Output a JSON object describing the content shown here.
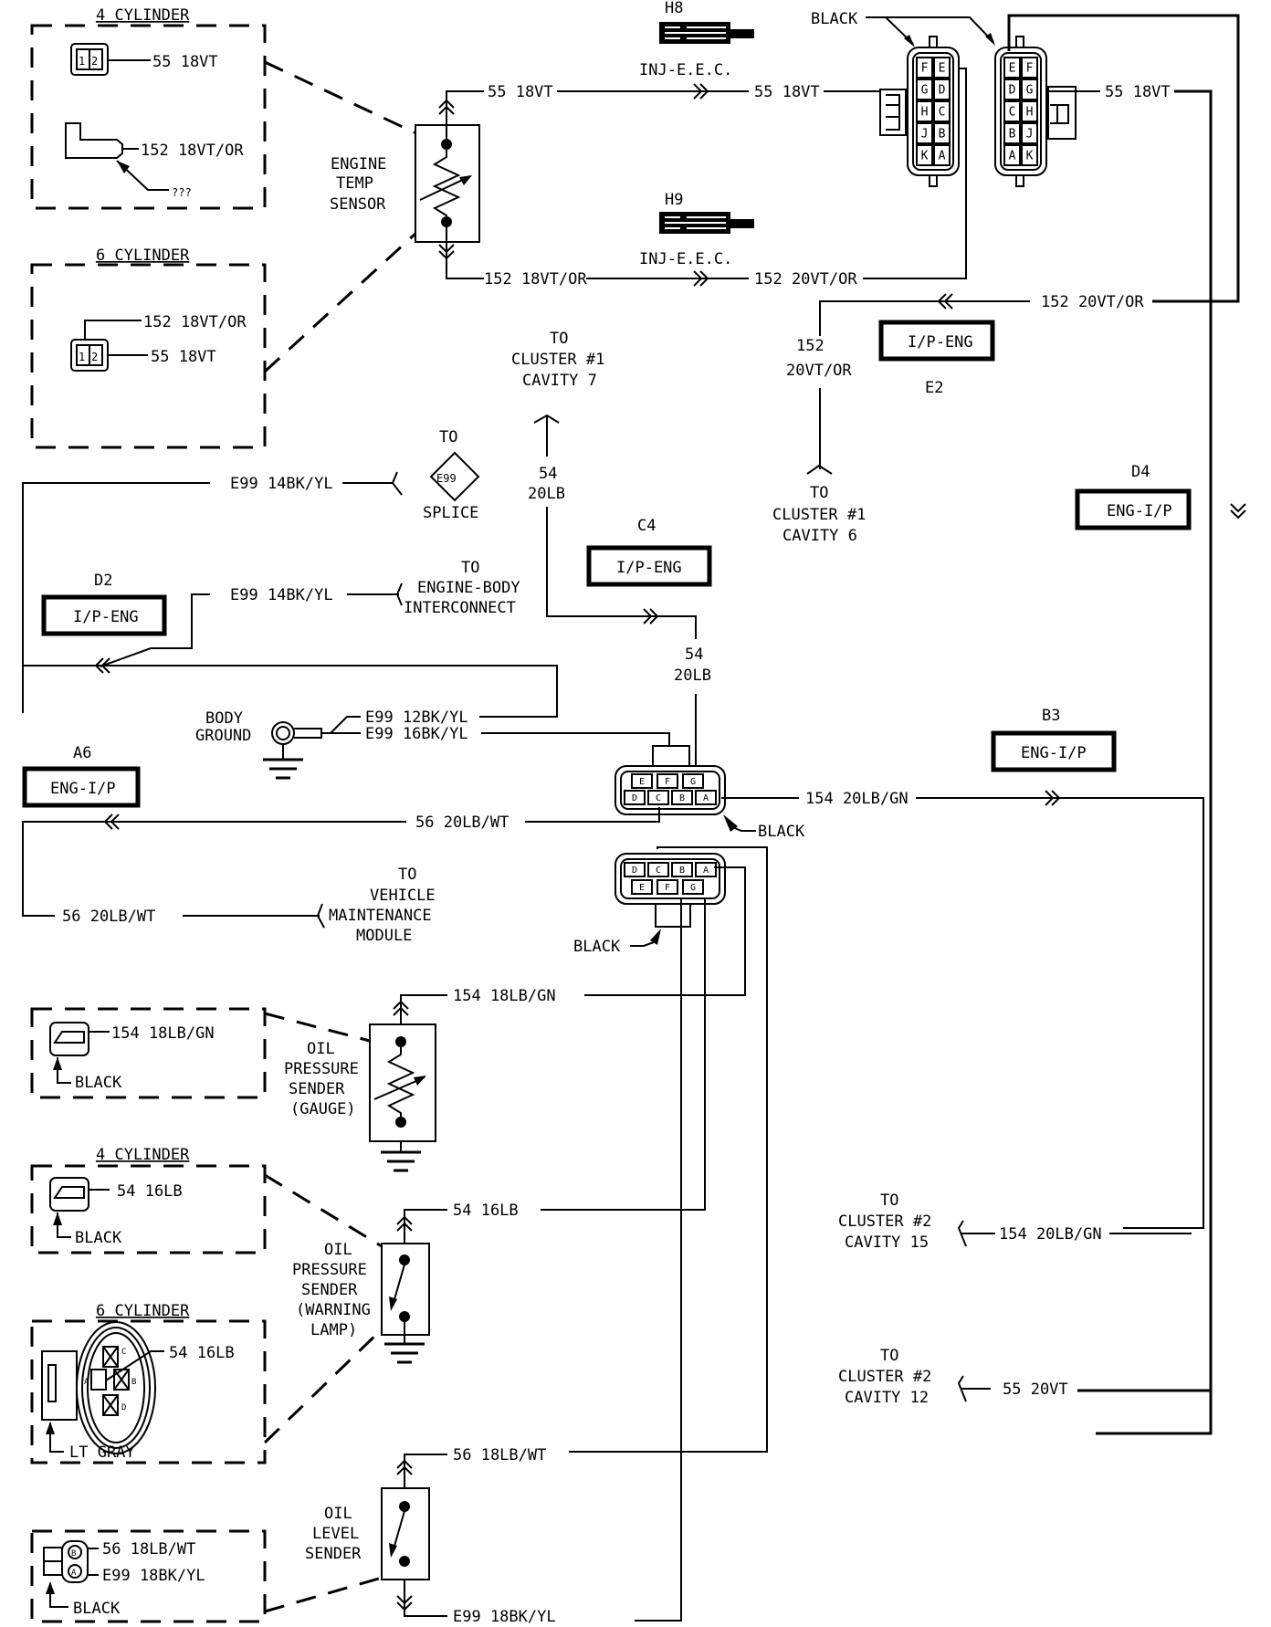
{
  "diagram": {
    "colors": {
      "ink": "#000000",
      "paper": "#ffffff"
    },
    "cyl4_top": {
      "title": "4 CYLINDER",
      "wire1": "55 18VT",
      "wire2": "152 18VT/OR",
      "note": "???",
      "pins": [
        "1",
        "2"
      ]
    },
    "cyl6_top": {
      "title": "6 CYLINDER",
      "wire1": "152 18VT/OR",
      "wire2": "55 18VT",
      "pins": [
        "1",
        "2"
      ]
    },
    "engine_temp_sensor": {
      "label_l1": "ENGINE",
      "label_l2": "TEMP",
      "label_l3": "SENSOR"
    },
    "wires": {
      "w55_18vt_a": "55 18VT",
      "w55_18vt_b": "55 18VT",
      "w55_18vt_c": "55 18VT",
      "w152_18vt_or": "152 18VT/OR",
      "w152_20vt_or_a": "152 20VT/OR",
      "w152_20vt_or_b": "152 20VT/OR",
      "w152_vert_l1": "152",
      "w152_vert_l2": "20VT/OR",
      "e99_14bk_yl_a": "E99 14BK/YL",
      "e99_14bk_yl_b": "E99 14BK/YL",
      "e99_12bk_yl": "E99 12BK/YL",
      "e99_16bk_yl": "E99 16BK/YL",
      "w54_20lb_a_l1": "54",
      "w54_20lb_a_l2": "20LB",
      "w54_20lb_b_l1": "54",
      "w54_20lb_b_l2": "20LB",
      "w154_20lb_gn_a": "154 20LB/GN",
      "w154_20lb_gn_b": "154 20LB/GN",
      "w56_20lb_wt_a": "56 20LB/WT",
      "w56_20lb_wt_b": "56 20LB/WT",
      "w154_18lb_gn": "154 18LB/GN",
      "w54_16lb": "54 16LB",
      "w56_18lb_wt": "56 18LB/WT",
      "e99_18bk_yl": "E99 18BK/YL",
      "w55_20vt": "55 20VT"
    },
    "inline_connectors": [
      {
        "id": "H8",
        "label": "INJ-E.E.C."
      },
      {
        "id": "H9",
        "label": "INJ-E.E.C."
      }
    ],
    "harness_connectors": [
      {
        "id": "E2",
        "label": "I/P-ENG"
      },
      {
        "id": "D4",
        "label": "ENG-I/P"
      },
      {
        "id": "C4",
        "label": "I/P-ENG"
      },
      {
        "id": "D2",
        "label": "I/P-ENG"
      },
      {
        "id": "B3",
        "label": "ENG-I/P"
      },
      {
        "id": "A6",
        "label": "ENG-I/P"
      }
    ],
    "ten_way": {
      "color_label": "BLACK",
      "left_pins": [
        [
          "F",
          "E"
        ],
        [
          "G",
          "D"
        ],
        [
          "H",
          "C"
        ],
        [
          "J",
          "B"
        ],
        [
          "K",
          "A"
        ]
      ],
      "right_pins": [
        [
          "E",
          "F"
        ],
        [
          "D",
          "G"
        ],
        [
          "C",
          "H"
        ],
        [
          "B",
          "J"
        ],
        [
          "A",
          "K"
        ]
      ]
    },
    "seven_way_top": {
      "color_label": "BLACK",
      "row1": [
        "E",
        "F",
        "G"
      ],
      "row2": [
        "D",
        "C",
        "B",
        "A"
      ]
    },
    "seven_way_bottom": {
      "color_label": "BLACK",
      "row1": [
        "D",
        "C",
        "B",
        "A"
      ],
      "row2": [
        "E",
        "F",
        "G"
      ]
    },
    "destinations": {
      "cluster1_cav7": [
        "TO",
        "CLUSTER #1",
        "CAVITY 7"
      ],
      "cluster1_cav6": [
        "TO",
        "CLUSTER #1",
        "CAVITY 6"
      ],
      "splice": {
        "to": "TO",
        "id": "E99",
        "label": "SPLICE"
      },
      "engine_body": [
        "TO",
        "ENGINE-BODY",
        "INTERCONNECT"
      ],
      "vmm": [
        "TO",
        "VEHICLE",
        "MAINTENANCE",
        "MODULE"
      ],
      "cluster2_cav15": [
        "TO",
        "CLUSTER #2",
        "CAVITY 15"
      ],
      "cluster2_cav12": [
        "TO",
        "CLUSTER #2",
        "CAVITY 12"
      ]
    },
    "body_ground": {
      "l1": "BODY",
      "l2": "GROUND"
    },
    "oil_pressure_gauge": {
      "label": [
        "OIL",
        "PRESSURE",
        "SENDER",
        "(GAUGE)"
      ],
      "conn_wire": "154 18LB/GN",
      "conn_color": "BLACK"
    },
    "cyl4_bottom": {
      "title": "4 CYLINDER",
      "wire": "54 16LB",
      "color": "BLACK"
    },
    "cyl6_bottom": {
      "title": "6 CYLINDER",
      "wire": "54 16LB",
      "color": "LT GRAY",
      "pins": [
        "A",
        "B",
        "C",
        "D"
      ]
    },
    "oil_pressure_lamp": {
      "label": [
        "OIL",
        "PRESSURE",
        "SENDER",
        "(WARNING",
        "LAMP)"
      ]
    },
    "oil_level": {
      "label": [
        "OIL",
        "LEVEL",
        "SENDER"
      ],
      "conn_wire1": "56 18LB/WT",
      "conn_wire2": "E99 18BK/YL",
      "conn_color": "BLACK",
      "pins": [
        "B",
        "A"
      ]
    }
  }
}
